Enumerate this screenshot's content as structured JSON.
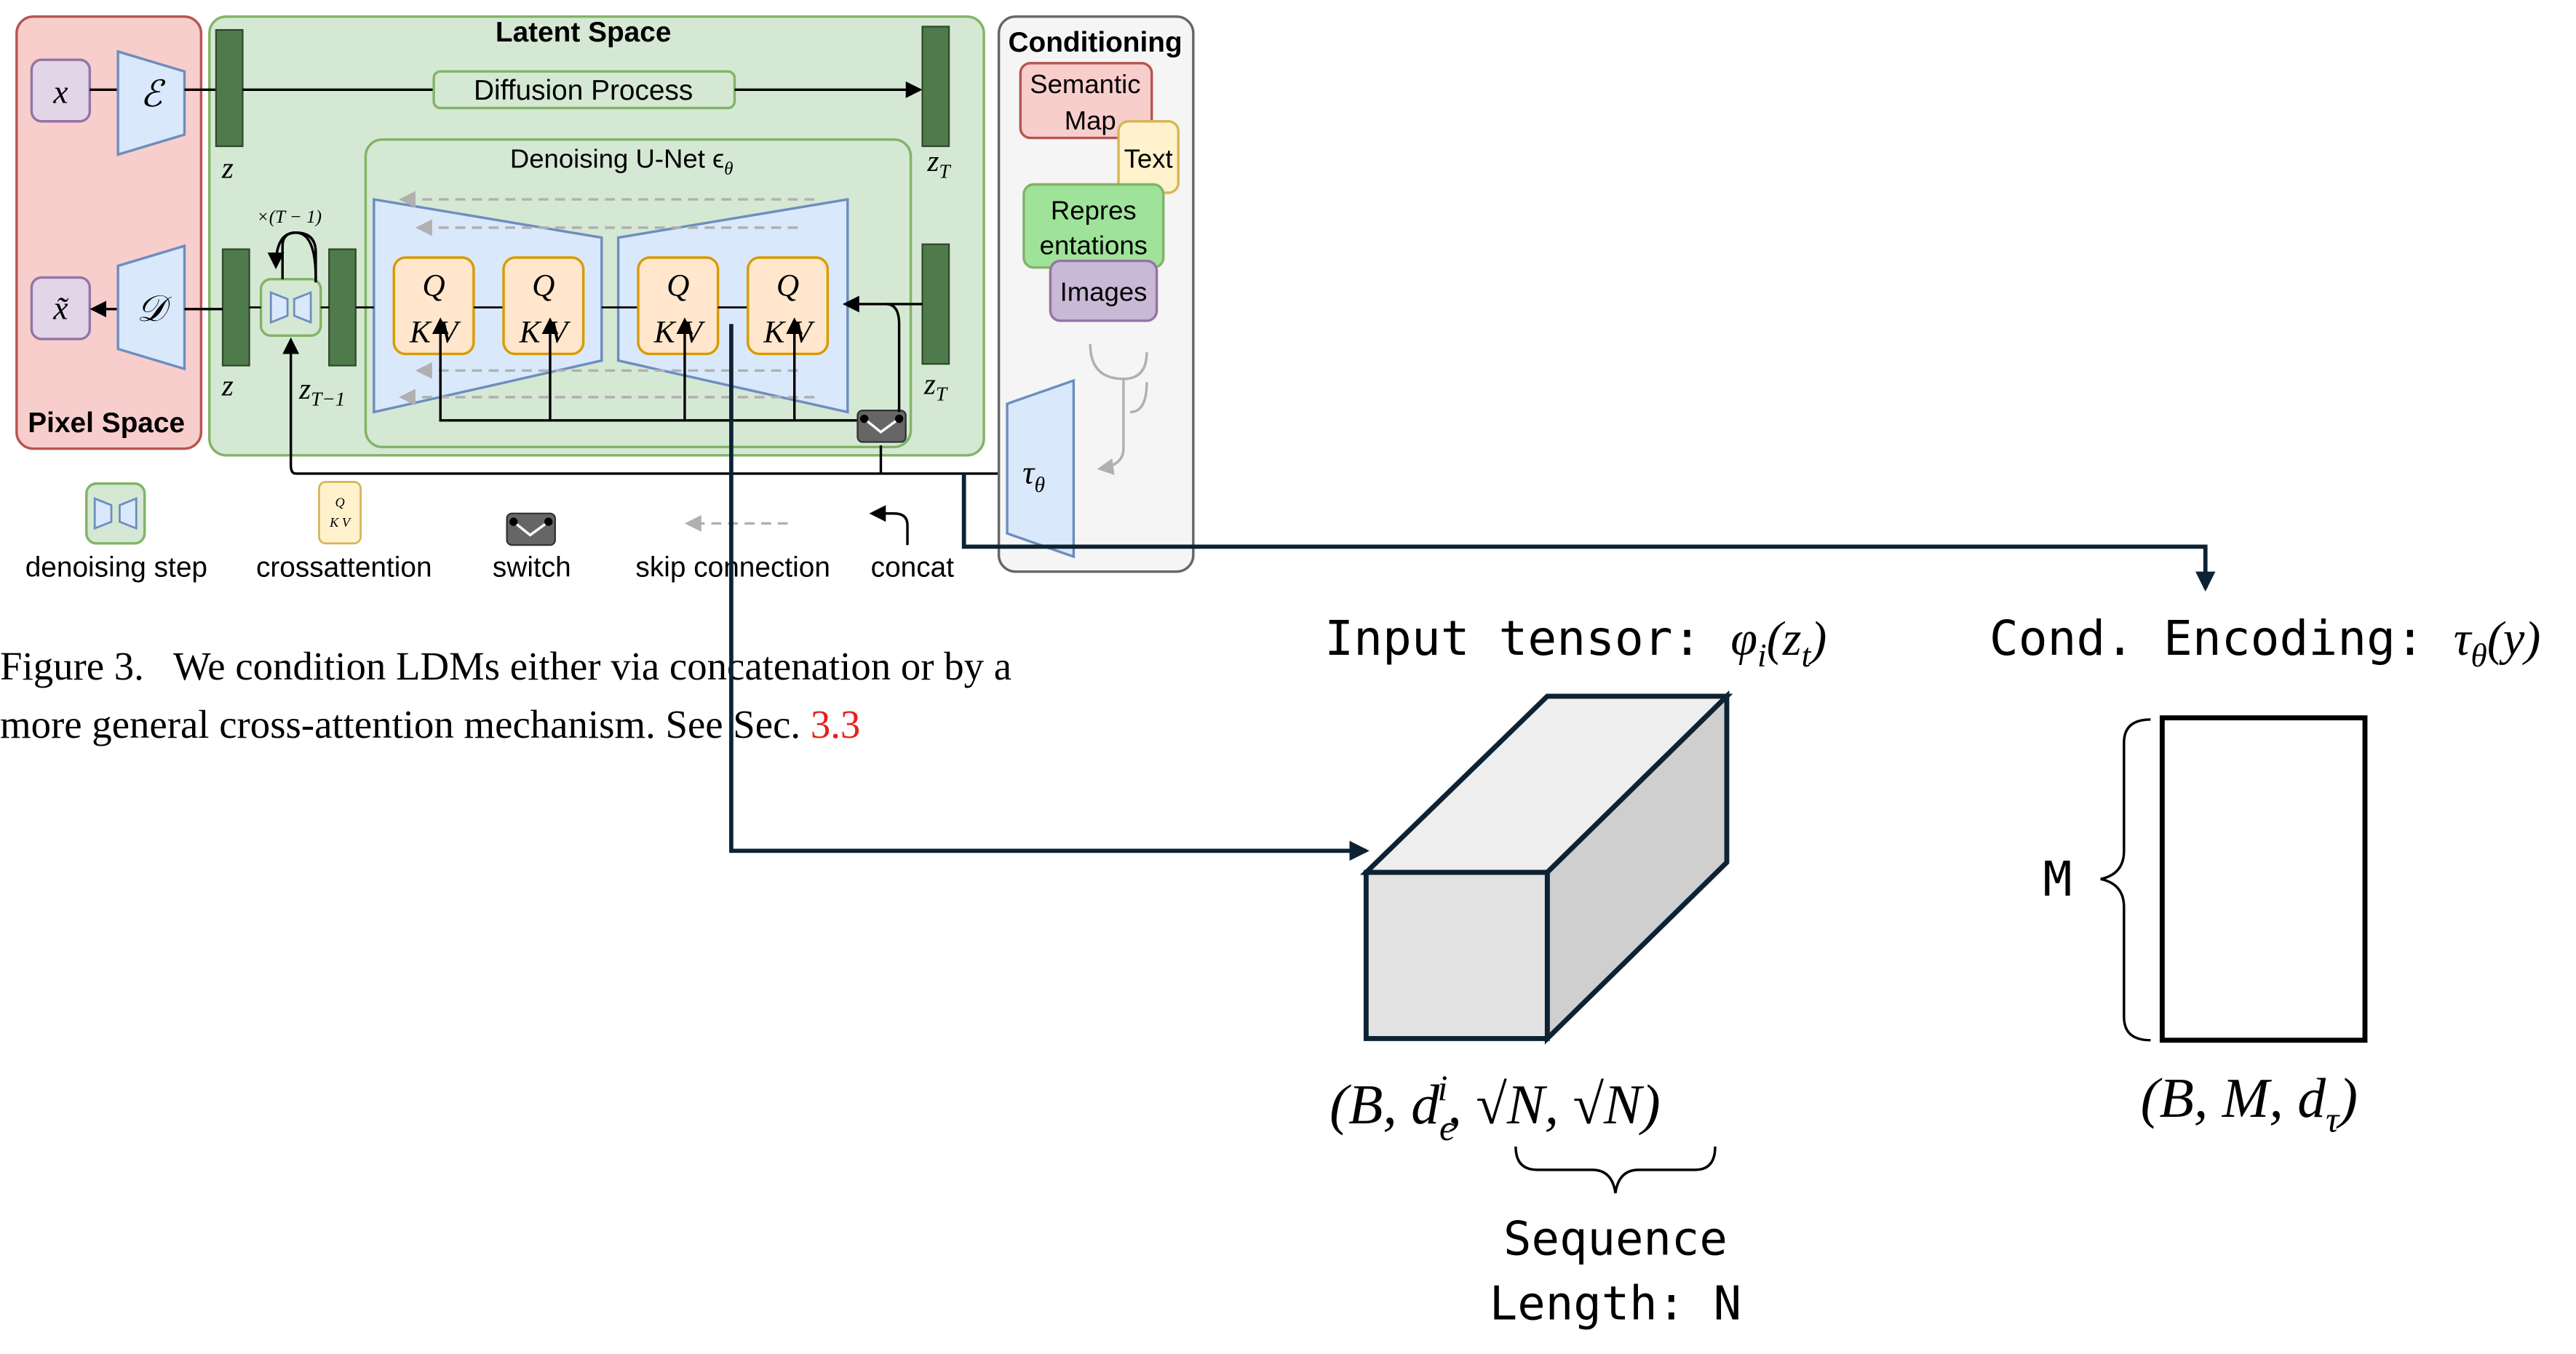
{
  "colors": {
    "pixel_space_fill": "#f8cecc",
    "pixel_space_stroke": "#b85450",
    "latent_fill": "#d5e8d4",
    "latent_stroke": "#82b366",
    "latent_bar": "#4f7a4b",
    "unet_fill": "#dae8fc",
    "unet_stroke": "#6c8ebf",
    "qkv_fill": "#ffe6cc",
    "qkv_stroke": "#d79b00",
    "cond_fill": "#f5f5f5",
    "cond_stroke": "#666666",
    "semantic_fill": "#f8cecc",
    "text_fill": "#fff2cc",
    "repr_fill": "#9fe39a",
    "images_fill": "#c9b8d6",
    "arrow_dark": "#0d2233",
    "red_ref": "#e8201a",
    "cube_front": "#e3e3e3",
    "cube_top": "#eeeeee",
    "cube_side": "#cfcfcf"
  },
  "figure": {
    "pixel_space": {
      "label": "Pixel Space",
      "x_symbol": "x",
      "x_tilde_symbol": "x̃",
      "encoder_symbol": "ℰ",
      "decoder_symbol": "𝒟"
    },
    "latent_space": {
      "title": "Latent Space",
      "diffusion_label": "Diffusion Process",
      "z_label": "z",
      "z_bottom_label": "z",
      "zT_top": "z",
      "zT_sub": "T",
      "zT_bottom": "z",
      "zT_bottom_sub": "T",
      "zT1": "z",
      "zT1_sub": "T−1",
      "repeat_label": "×(T − 1)",
      "unet_title": "Denoising U-Net ϵ",
      "unet_sub": "θ",
      "qkv_q": "Q",
      "qkv_kv": "K V"
    },
    "conditioning": {
      "title": "Conditioning",
      "semantic": [
        "Semantic",
        "Map"
      ],
      "text": "Text",
      "representations": [
        "Repres",
        "entations"
      ],
      "images": "Images",
      "tau": "τ",
      "tau_sub": "θ"
    },
    "legend": {
      "denoising": "denoising step",
      "crossattention": "crossattention",
      "switch": "switch",
      "skip": "skip connection",
      "concat": "concat",
      "mini_q": "Q",
      "mini_kv": "K V"
    }
  },
  "caption": {
    "line1": "Figure 3.   We condition LDMs either via concatenation or by a",
    "line2_prefix": "more general cross-attention mechanism. See Sec. ",
    "line2_ref": "3.3"
  },
  "annotations": {
    "input_tensor_label": "Input tensor: ",
    "input_tensor_formula": "φ",
    "input_tensor_sub": "i",
    "input_tensor_arg": "(z",
    "input_tensor_arg_sub": "t",
    "input_tensor_close": ")",
    "cond_encoding_label": "Cond. Encoding: ",
    "cond_encoding_formula": "τ",
    "cond_encoding_sub": "θ",
    "cond_encoding_arg": "(y)",
    "tensor_shape_open": "(B, d",
    "tensor_shape_sub": "ϵ",
    "tensor_shape_sup": "i",
    "tensor_shape_rest": ", √N, √N)",
    "cond_shape_open": "(B, M, d",
    "cond_shape_sub": "τ",
    "cond_shape_close": ")",
    "m_label": "M",
    "sequence_line1": "Sequence",
    "sequence_line2": "Length: N"
  }
}
